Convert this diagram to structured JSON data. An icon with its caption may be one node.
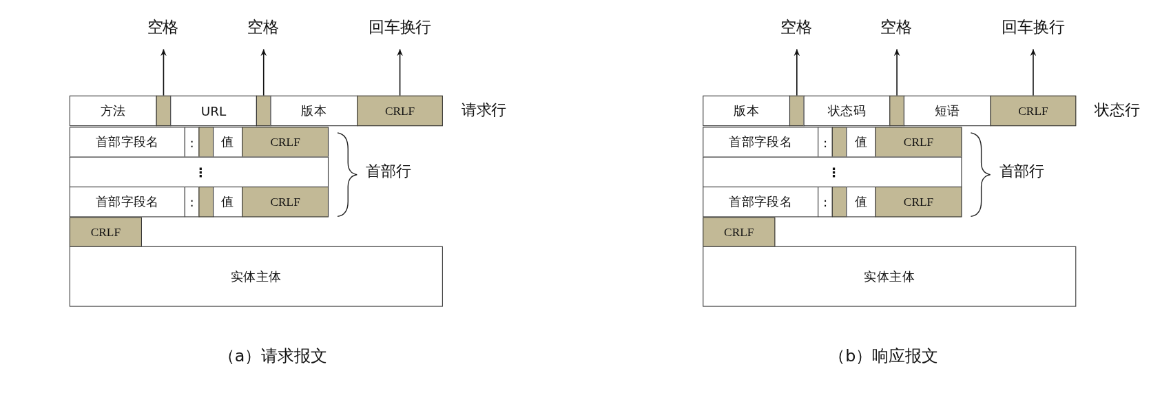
{
  "diagram": {
    "nodes": [
      {
        "text": [
          "空格"
        ]
      },
      {
        "text": [
          "空格"
        ]
      },
      {
        "text": [
          "回车换行"
        ]
      },
      {
        "text": [
          "方法"
        ]
      },
      {
        "text": [],
        "shape": "box"
      },
      {
        "text": [
          "URL"
        ]
      },
      {
        "text": [],
        "shape": "box"
      },
      {
        "text": [
          "版本"
        ]
      },
      {
        "text": [
          "CRLF"
        ]
      },
      {
        "text": [
          "首部字段名"
        ]
      },
      {
        "text": [
          ":"
        ]
      },
      {
        "text": [],
        "shape": "box"
      },
      {
        "text": [
          "值"
        ]
      },
      {
        "text": [
          "CRLF"
        ]
      },
      {
        "text": [
          "⋮"
        ]
      },
      {
        "text": [
          "首部字段名"
        ]
      },
      {
        "text": [
          ":"
        ]
      },
      {
        "text": [],
        "shape": "box"
      },
      {
        "text": [
          "值"
        ]
      },
      {
        "text": [
          "CRLF"
        ]
      },
      {
        "text": [
          "CRLF"
        ]
      },
      {
        "text": [
          "实体主体"
        ]
      },
      {
        "text": [
          "空格"
        ]
      },
      {
        "text": [
          "空格"
        ]
      },
      {
        "text": [
          "回车换行"
        ]
      },
      {
        "text": [
          "版本"
        ]
      },
      {
        "text": [],
        "shape": "box"
      },
      {
        "text": [
          "状态码"
        ]
      },
      {
        "text": [],
        "shape": "box"
      },
      {
        "text": [
          "短语"
        ]
      },
      {
        "text": [
          "CRLF"
        ]
      },
      {
        "text": [
          "首部字段名"
        ]
      },
      {
        "text": [
          ":"
        ]
      },
      {
        "text": [],
        "shape": "box"
      },
      {
        "text": [
          "值"
        ]
      },
      {
        "text": [
          "CRLF"
        ]
      },
      {
        "text": [
          "⋮"
        ]
      },
      {
        "text": [
          "首部字段名"
        ]
      },
      {
        "text": [
          ":"
        ]
      },
      {
        "text": [],
        "shape": "box"
      },
      {
        "text": [
          "值"
        ]
      },
      {
        "text": [
          "CRLF"
        ]
      },
      {
        "text": [
          "CRLF"
        ]
      },
      {
        "text": [
          "实体主体"
        ]
      }
    ],
    "edges": [
      {
        "from": 4,
        "to": 0,
        "arrow": "to"
      },
      {
        "from": 6,
        "to": 1,
        "arrow": "to"
      },
      {
        "from": 8,
        "to": 2,
        "arrow": "to"
      },
      {
        "from": 26,
        "to": 22,
        "arrow": "to"
      },
      {
        "from": 28,
        "to": 23,
        "arrow": "to"
      },
      {
        "from": 30,
        "to": 24,
        "arrow": "to"
      }
    ],
    "labels": [
      "请求行",
      "首部行",
      "（a）请求报文",
      "状态行",
      "首部行",
      "（b）响应报文"
    ]
  }
}
